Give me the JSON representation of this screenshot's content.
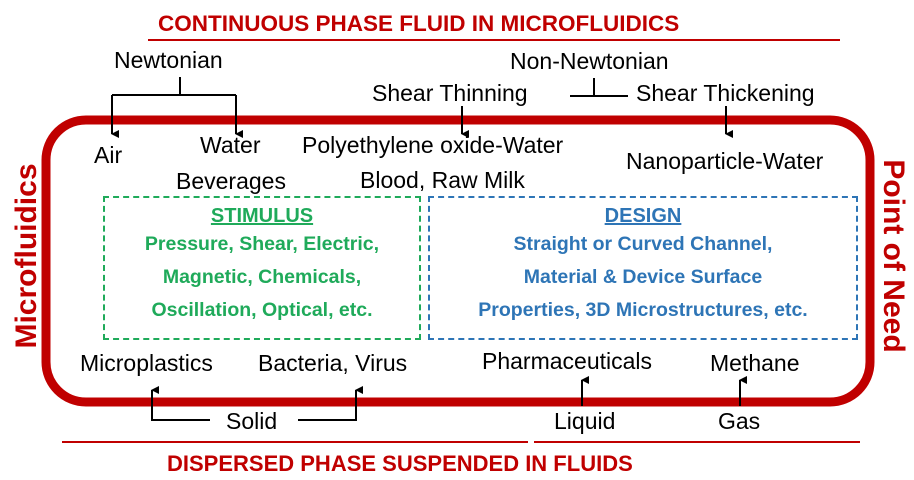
{
  "title_top": "CONTINUOUS PHASE FLUID IN MICROFLUIDICS",
  "title_bottom": "DISPERSED PHASE SUSPENDED IN FLUIDS",
  "side_left": "Microfluidics",
  "side_right": "Point of Need",
  "continuous": {
    "newtonian": "Newtonian",
    "air": "Air",
    "water": "Water",
    "beverages": "Beverages",
    "non_newtonian": "Non-Newtonian",
    "shear_thinning": "Shear Thinning",
    "shear_thickening": "Shear Thickening",
    "peo_water": "Polyethylene oxide-Water",
    "blood_milk": "Blood, Raw Milk",
    "nanoparticle_water": "Nanoparticle-Water"
  },
  "stimulus": {
    "title": "STIMULUS",
    "lines": [
      "Pressure, Shear, Electric,",
      "Magnetic, Chemicals,",
      "Oscillation, Optical, etc."
    ]
  },
  "design": {
    "title": "DESIGN",
    "lines": [
      "Straight or Curved Channel,",
      "Material & Device Surface",
      "Properties, 3D Microstructures, etc."
    ]
  },
  "dispersed": {
    "microplastics": "Microplastics",
    "bacteria_virus": "Bacteria, Virus",
    "pharmaceuticals": "Pharmaceuticals",
    "methane": "Methane",
    "solid": "Solid",
    "liquid": "Liquid",
    "gas": "Gas"
  },
  "colors": {
    "frame_red": "#c00000",
    "stimulus_green": "#1faa5a",
    "design_blue": "#2e75b6"
  }
}
